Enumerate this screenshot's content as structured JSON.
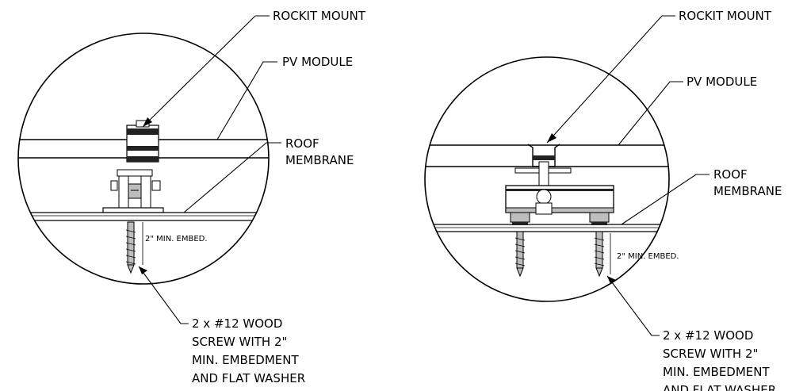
{
  "left_detail": {
    "rockit_mount_label": "ROCKIT MOUNT",
    "pv_module_label": "PV MODULE",
    "roof_membrane_label": [
      "ROOF",
      "MEMBRANE"
    ],
    "embed_label": "2\" MIN. EMBED.",
    "screw_note": [
      "2 x #12 WOOD",
      "SCREW WITH 2\"",
      "MIN. EMBEDMENT",
      "AND FLAT WASHER"
    ]
  },
  "right_detail": {
    "rockit_mount_label": "ROCKIT MOUNT",
    "pv_module_label": "PV MODULE",
    "roof_membrane_label": [
      "ROOF",
      "MEMBRANE"
    ],
    "embed_label": "2\" MIN. EMBED.",
    "screw_note": [
      "2 x #12 WOOD",
      "SCREW WITH 2\"",
      "MIN. EMBEDMENT",
      "AND FLAT WASHER"
    ]
  },
  "colors": {
    "line": "#000000",
    "background": "#ffffff",
    "hardware_dark": "#222222",
    "hardware_light": "#bdbdbd"
  }
}
